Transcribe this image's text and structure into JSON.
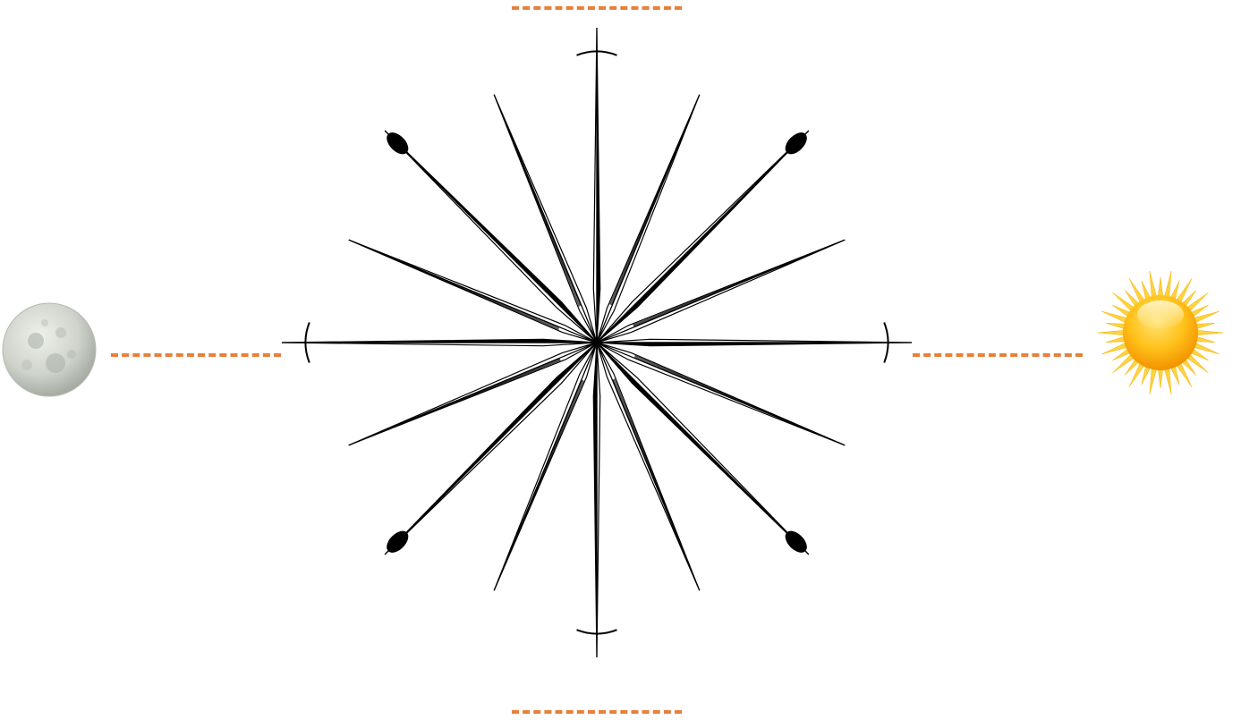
{
  "diagram": {
    "labels": {
      "top": "",
      "bottom": "",
      "left": "",
      "right": ""
    },
    "objects": {
      "left": "moon",
      "right": "sun",
      "center": "compass-rose"
    }
  },
  "colors": {
    "dash": "#e8803a",
    "compass": "#000000",
    "moon_light": "#dfe2dc",
    "moon_dark": "#9ea59b",
    "sun_core": "#f7a500",
    "sun_light": "#ffe47a",
    "sun_rays": "#ffd23f"
  },
  "icons": {
    "moon": "moon-icon",
    "sun": "sun-icon",
    "compass": "compass-rose-icon"
  }
}
